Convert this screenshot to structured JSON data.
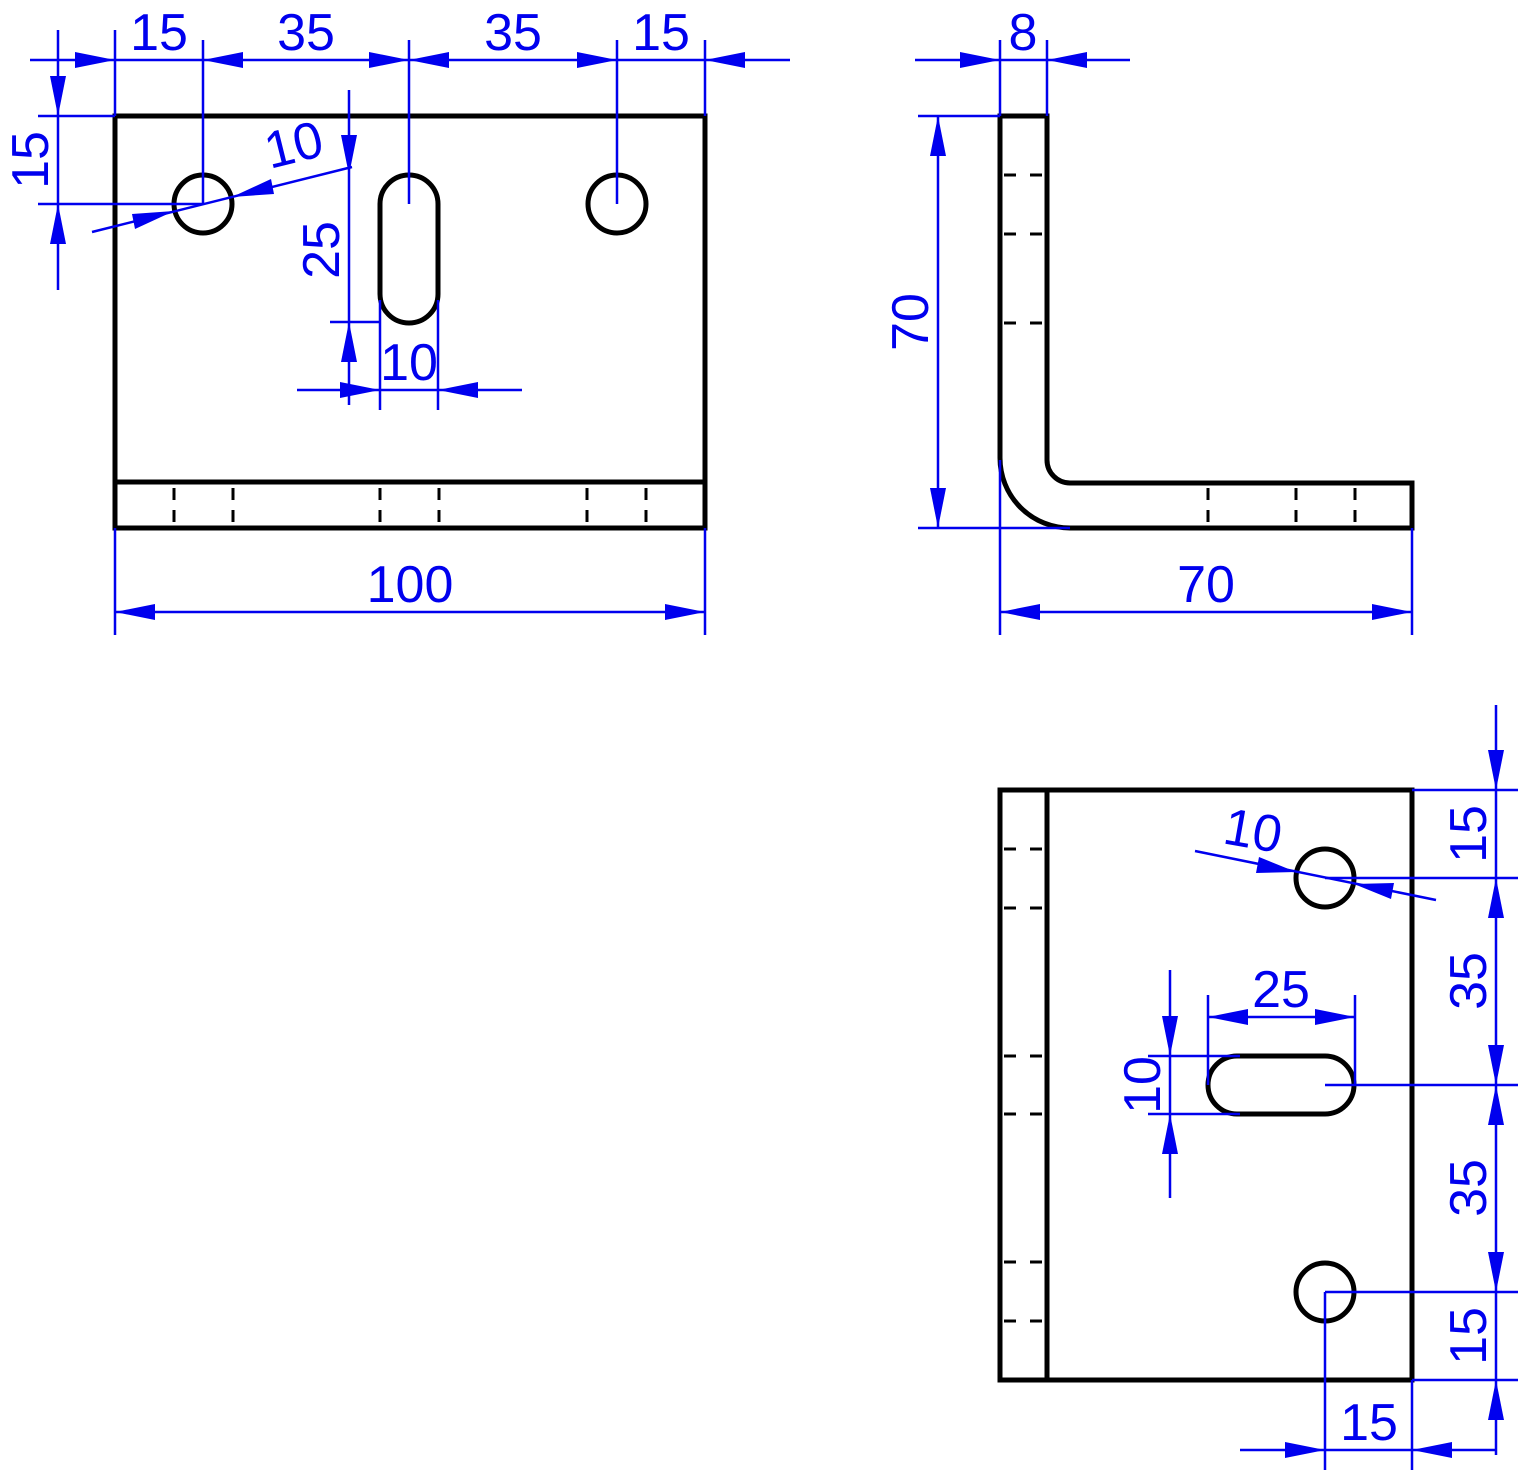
{
  "colors": {
    "background": "#ffffff",
    "object_lines": "#000000",
    "dimensions": "#0000ee"
  },
  "front_view": {
    "dims": {
      "h_15_left": "15",
      "h_35_left": "35",
      "h_35_right": "35",
      "h_15_right": "15",
      "v_15_top": "15",
      "hole_dia": "10",
      "slot_length": "25",
      "slot_width": "10",
      "overall_width": "100"
    }
  },
  "side_view": {
    "dims": {
      "thickness": "8",
      "height": "70",
      "depth": "70"
    }
  },
  "top_view": {
    "dims": {
      "hole_dia": "10",
      "slot_length": "25",
      "slot_width": "10",
      "v_15_top": "15",
      "v_35_upper": "35",
      "v_35_lower": "35",
      "v_15_bottom": "15",
      "h_15_right": "15"
    }
  }
}
